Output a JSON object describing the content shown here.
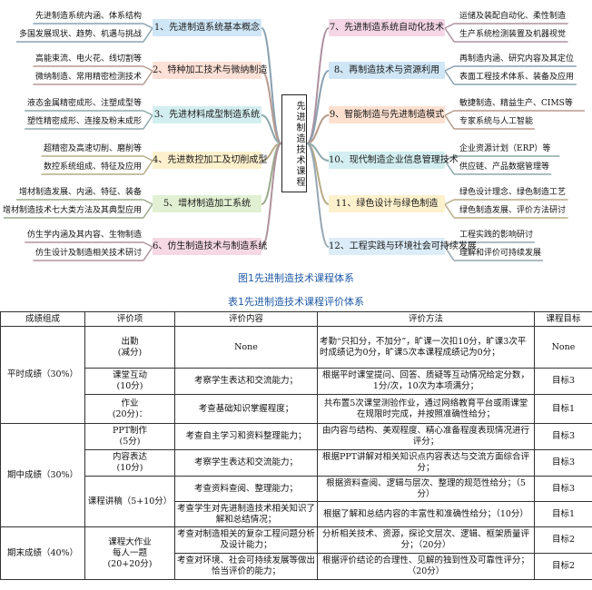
{
  "center_title": "先进制造技术课程",
  "left_nodes": [
    {
      "label": "1、先进制造系统基本概念",
      "color": "#cfe6f6",
      "subs": [
        "先进制造系统内涵、体系结构",
        "多国发展现状、趋势、机遇与挑战"
      ]
    },
    {
      "label": "2、特种加工技术与微纳制造",
      "color": "#fde0d6",
      "subs": [
        "高能束流、电火花、线切割等",
        "微纳制造、常用精密检测技术"
      ]
    },
    {
      "label": "3、先进材料成型制造系统",
      "color": "#d3eef0",
      "subs": [
        "液态金属精密成形、注塑成型等",
        "塑性精密成形、连接及粉末成形"
      ]
    },
    {
      "label": "4、先进数控加工及切削成型",
      "color": "#fdf0cc",
      "subs": [
        "超精密及高速切削、磨削等",
        "数控系统组成、特征及应用"
      ]
    },
    {
      "label": "5、增材制造加工系统",
      "color": "#e1f0d2",
      "subs": [
        "增材制造发展、内涵、特征、装备",
        "增材制造技术七大类方法及其典型应用"
      ]
    },
    {
      "label": "6、仿生制造技术与制造系统",
      "color": "#f6d8e4",
      "subs": [
        "仿生学内涵及其内容、生物制造",
        "仿生设计及制造相关技术研讨"
      ]
    }
  ],
  "right_nodes": [
    {
      "label": "7、先进制造系统自动化技术",
      "color": "#f4d6e6",
      "subs": [
        "运储及装配自动化、柔性制造",
        "生产系统检测装置及机器视觉"
      ]
    },
    {
      "label": "8、再制造技术与资源利用",
      "color": "#cfe6f6",
      "subs": [
        "再制造内涵、研究内容及其定位",
        "表面工程技术体系、装备及应用"
      ]
    },
    {
      "label": "9、智能制造与先进制造模式",
      "color": "#fde0d0",
      "subs": [
        "敏捷制造、精益生产、CIMS等",
        "专家系统与人工智能"
      ]
    },
    {
      "label": "10、现代制造企业信息管理技术",
      "color": "#d3eef0",
      "subs": [
        "企业资源计划（ERP）等",
        "供应链、产品数据管理等"
      ]
    },
    {
      "label": "11、绿色设计与绿色制造",
      "color": "#fdf0cc",
      "subs": [
        "绿色设计理念、绿色制造工艺",
        "绿色制造发展、评价方法研讨"
      ]
    },
    {
      "label": "12、工程实践与环境社会可持续发展",
      "color": "#dcecf8",
      "subs": [
        "工程实践的影响研讨",
        "理解和评价可持续发展"
      ]
    }
  ],
  "figure_caption": "图1先进制造技术课程体系",
  "table_caption": "表1先进制造技术课程评价体系",
  "table": {
    "headers": [
      "成绩组成",
      "评价项",
      "评价内容",
      "评价方法",
      "课程目标"
    ],
    "rows": [
      {
        "group": "平时成绩（30%）",
        "item": "出勤\n(减分)",
        "content": "None",
        "method": "考勤“只扣分，不加分”，旷课一次扣10分，旷课3次平时成绩记为0分，旷课5次本课程成绩记为0分；",
        "goal": "None"
      },
      {
        "group": "平时成绩（30%）",
        "item": "课堂互动\n(10分)",
        "content": "考察学生表达和交流能力；",
        "method": "根据平时课堂提问、回答、质疑等互动情况给定分数，1分/次，10次为本项满分；",
        "goal": "目标3"
      },
      {
        "group": "平时成绩（30%）",
        "item": "作业\n(20分)：",
        "content": "考查基础知识掌握程度；",
        "method": "共布置5次课堂测验作业，通过网络教育平台或雨课堂在规限时完成，并按照准确性给分；",
        "goal": "目标1"
      },
      {
        "group": "期中成绩（30%）",
        "item": "PPT制作\n(5分)",
        "content": "考查自主学习和资料整理能力；",
        "method": "由内容与结构、美观程度、精心准备程度表现情况进行评分；",
        "goal": "目标3"
      },
      {
        "group": "期中成绩（30%）",
        "item": "内容表达\n(10分)",
        "content": "考察学生表达和交流能力；",
        "method": "根据PPT讲解对相关知识点内容表达与交流方面综合评分；",
        "goal": "目标3"
      },
      {
        "group": "期中成绩（30%）",
        "item": "课程讲稿（5+10分）",
        "content": "考查资料查阅、整理能力；",
        "method": "根据资料查阅、逻辑与层次、整理的规范性给分；（5分）",
        "goal": "目标3"
      },
      {
        "group": "期中成绩（30%）",
        "item": "课程讲稿（5+10分）",
        "content": "考查学生对先进制造技术相关知识了解和总结情况；",
        "method": "根据了解和总结内容的丰富性和准确性给分；（10分）",
        "goal": "目标1"
      },
      {
        "group": "期末成绩（40%）",
        "item": "课程大作业\n每人一题\n(20+20分)",
        "content": "考查对制造相关的复杂工程问题分析及设计能力；",
        "method": "分析相关技术、资源，探论文层次、逻辑、框架质量评分；（20分）",
        "goal": "目标2"
      },
      {
        "group": "期末成绩（40%）",
        "item": "课程大作业\n每人一题\n(20+20分)",
        "content": "考查对环境、社会可持续发展等做出恰当评价的能力；",
        "method": "根据评价结论的合理性、见解的独到性及可靠性评分；（20分）",
        "goal": "目标2"
      }
    ]
  }
}
